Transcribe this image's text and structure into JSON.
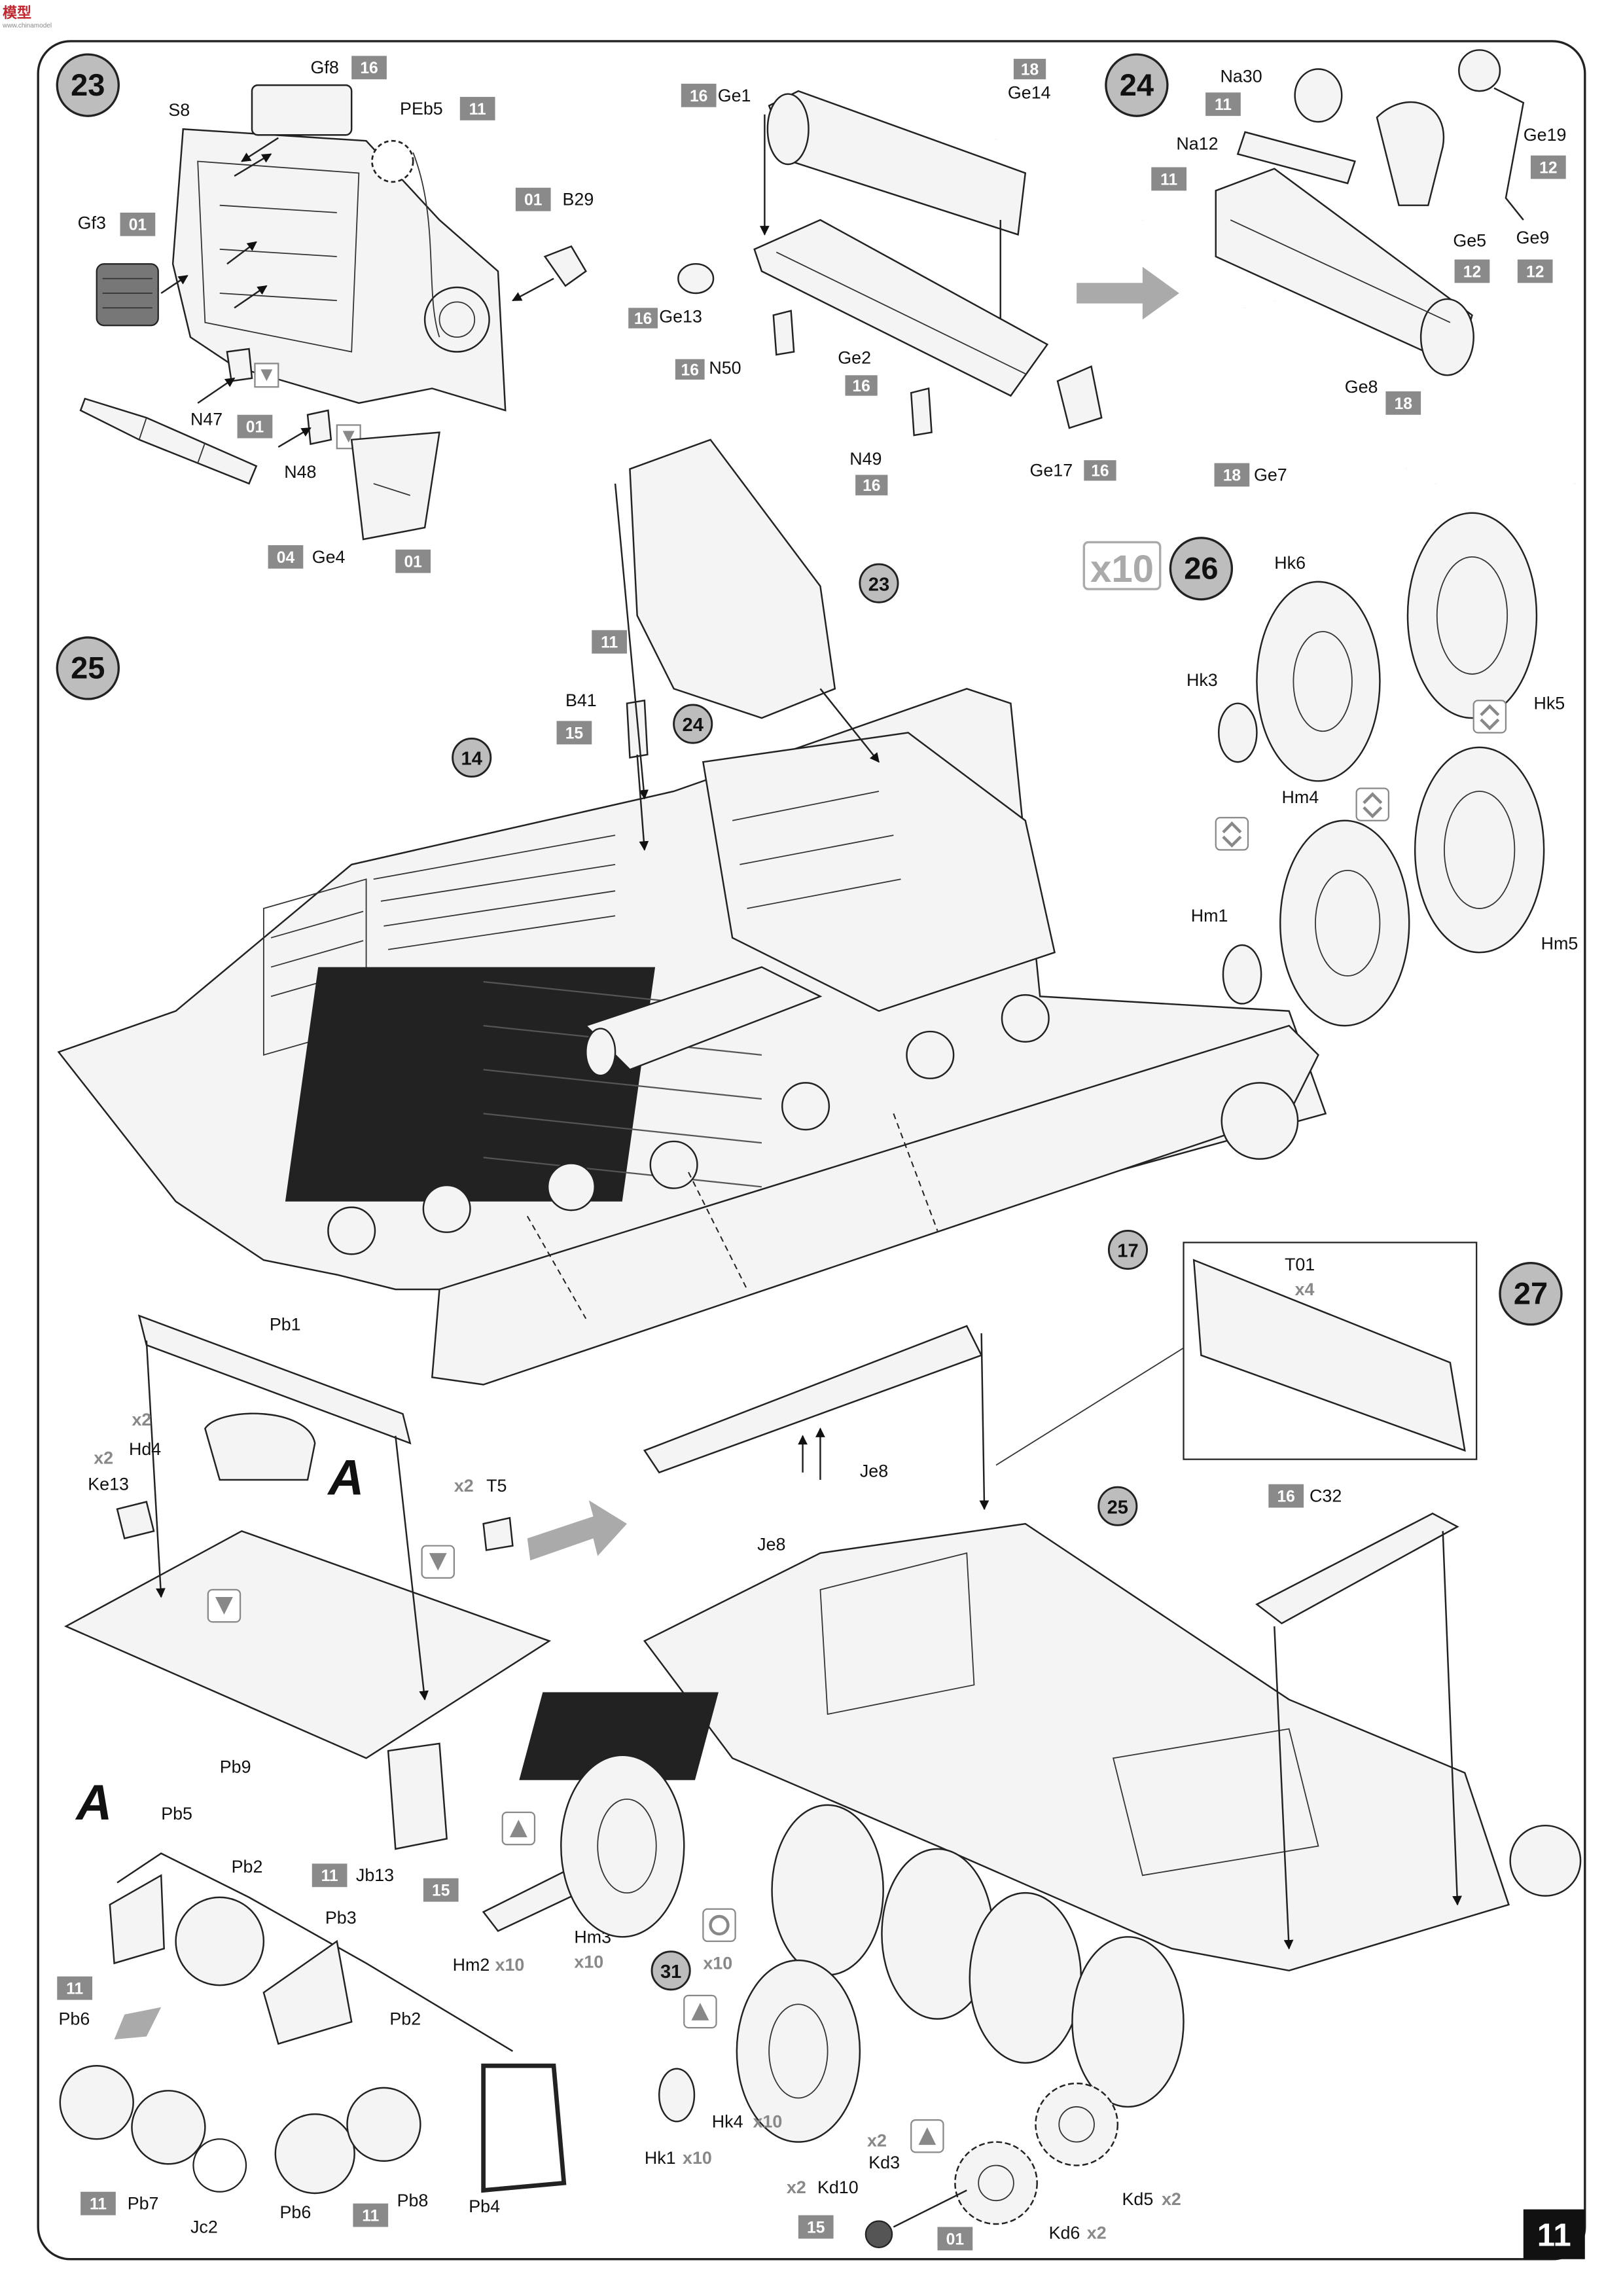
{
  "watermark": "模型",
  "page_number": "11",
  "sections": {
    "s23": {
      "step": "23",
      "labels": {
        "gf8": "Gf8",
        "gf8_code": "16",
        "s8": "S8",
        "peb5": "PEb5",
        "peb5_code": "11",
        "gf3": "Gf3",
        "gf3_code": "01",
        "b29": "B29",
        "b29_code": "01",
        "n47": "N47",
        "n47_code": "01",
        "n48": "N48",
        "ge4": "Ge4",
        "ge4_code_a": "04",
        "ge4_code_b": "01"
      }
    },
    "s24_parts": {
      "labels": {
        "ge1": "Ge1",
        "ge1_code": "16",
        "ge14": "Ge14",
        "ge14_code": "18",
        "ge13": "Ge13",
        "ge13_code": "16",
        "n50": "N50",
        "n50_code": "16",
        "ge2": "Ge2",
        "ge2_code": "16",
        "n49": "N49",
        "n49_code": "16",
        "ge17": "Ge17",
        "ge17_code": "16"
      }
    },
    "s24": {
      "step": "24",
      "labels": {
        "na30": "Na30",
        "na30_code": "11",
        "na12": "Na12",
        "na12_code": "11",
        "ge19": "Ge19",
        "ge19_code": "12",
        "ge5": "Ge5",
        "ge5_code": "12",
        "ge9": "Ge9",
        "ge9_code": "12",
        "ge8": "Ge8",
        "ge8_code": "18",
        "ge7": "Ge7",
        "ge7_code": "18"
      }
    },
    "s25": {
      "step": "25",
      "labels": {
        "b41": "B41",
        "b41_code_a": "11",
        "b41_code_b": "15",
        "ref23": "23",
        "ref24": "24",
        "ref14": "14",
        "ref17": "17"
      }
    },
    "s26": {
      "step": "26",
      "multiplier": "x10",
      "labels": {
        "hk6": "Hk6",
        "hk3": "Hk3",
        "hk5": "Hk5",
        "hm4": "Hm4",
        "hm1": "Hm1",
        "hm5": "Hm5"
      }
    },
    "s27": {
      "step": "27",
      "labels": {
        "t01": "T01",
        "t01_mult": "x4",
        "pb1": "Pb1",
        "hd4": "Hd4",
        "hd4_mult": "x2",
        "ke13": "Ke13",
        "ke13_mult": "x2",
        "a_mark": "A",
        "t5": "T5",
        "t5_mult": "x2",
        "pb9": "Pb9",
        "jb13": "Jb13",
        "jb13_code": "11",
        "je8_a": "Je8",
        "je8_b": "Je8",
        "ref25": "25",
        "c32": "C32",
        "c32_code": "16"
      }
    },
    "sub_a": {
      "mark": "A",
      "labels": {
        "pb5": "Pb5",
        "pb2_a": "Pb2",
        "pb3": "Pb3",
        "pb2_b": "Pb2",
        "pb6_a": "Pb6",
        "pb6_a_code": "11",
        "pb7": "Pb7",
        "pb7_code": "11",
        "jc2": "Jc2",
        "pb6_b": "Pb6",
        "pb8": "Pb8",
        "pb8_code": "11",
        "pb4": "Pb4"
      }
    },
    "s31": {
      "step": "31",
      "labels": {
        "hm2": "Hm2",
        "hm2_mult": "x10",
        "hm2_code": "15",
        "hm3": "Hm3",
        "hm3_mult": "x10",
        "hk4": "Hk4",
        "hk4_mult": "x10",
        "hk4_mult2": "x10",
        "hk1": "Hk1",
        "hk1_mult": "x10",
        "kd3": "Kd3",
        "kd3_mult": "x2",
        "kd10": "Kd10",
        "kd10_mult": "x2",
        "kd10_code": "15",
        "kd6": "Kd6",
        "kd6_mult": "x2",
        "kd5": "Kd5",
        "kd5_mult": "x2",
        "code_01": "01"
      }
    }
  }
}
